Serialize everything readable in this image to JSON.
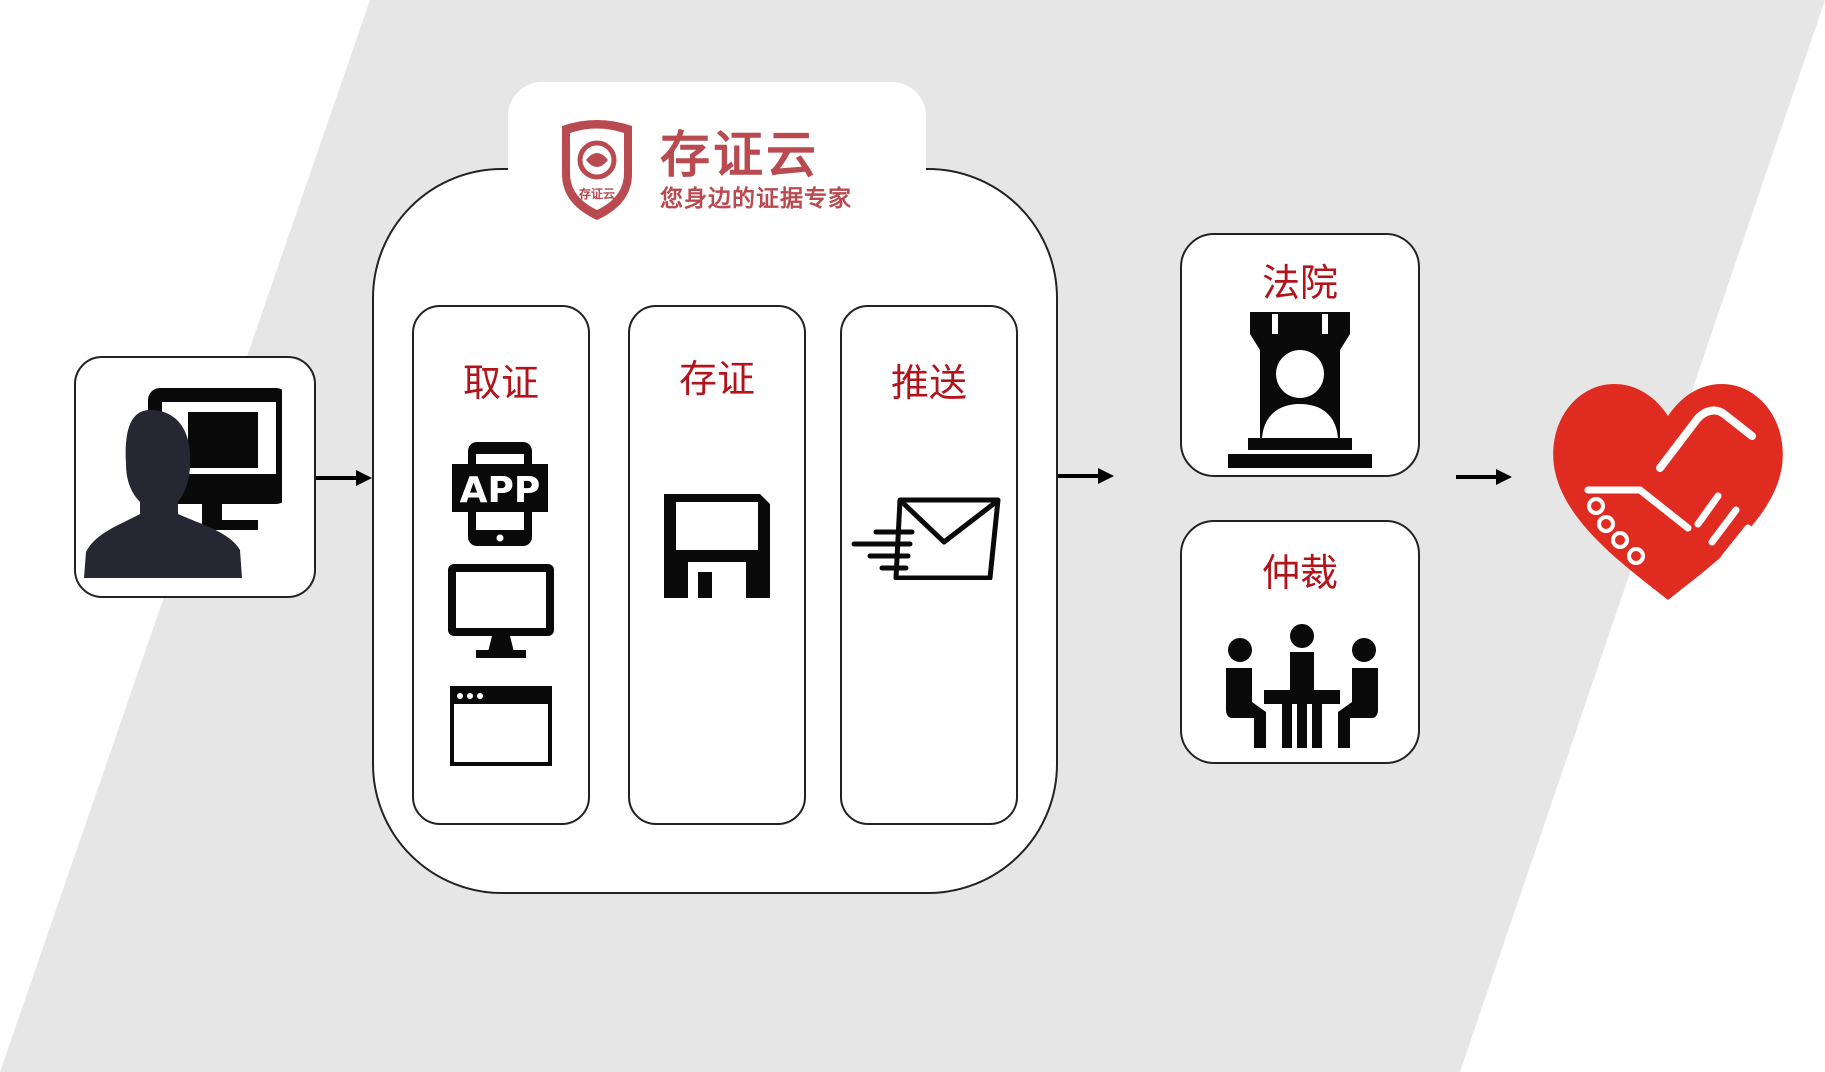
{
  "colors": {
    "label_red": "#b2141c",
    "brand_red": "#b84a50",
    "band_gray": "#e7e6e7",
    "icon_dark": "#0a0a0a",
    "heart_red": "#e02b20"
  },
  "brand": {
    "name": "存证云",
    "slogan": "您身边的证据专家",
    "logo_text": "存证云",
    "icon": "shield-logo-icon"
  },
  "user": {
    "icon": "user-at-computer-icon"
  },
  "platform": {
    "columns": [
      {
        "label": "取证",
        "icons": [
          "app-phone-icon",
          "monitor-icon",
          "browser-window-icon"
        ]
      },
      {
        "label": "存证",
        "icons": [
          "floppy-disk-icon"
        ]
      },
      {
        "label": "推送",
        "icons": [
          "fast-mail-icon"
        ]
      }
    ]
  },
  "outcomes": [
    {
      "label": "法院",
      "icon": "court-judge-icon"
    },
    {
      "label": "仲裁",
      "icon": "arbitration-meeting-icon"
    }
  ],
  "result": {
    "icon": "handshake-heart-icon"
  }
}
